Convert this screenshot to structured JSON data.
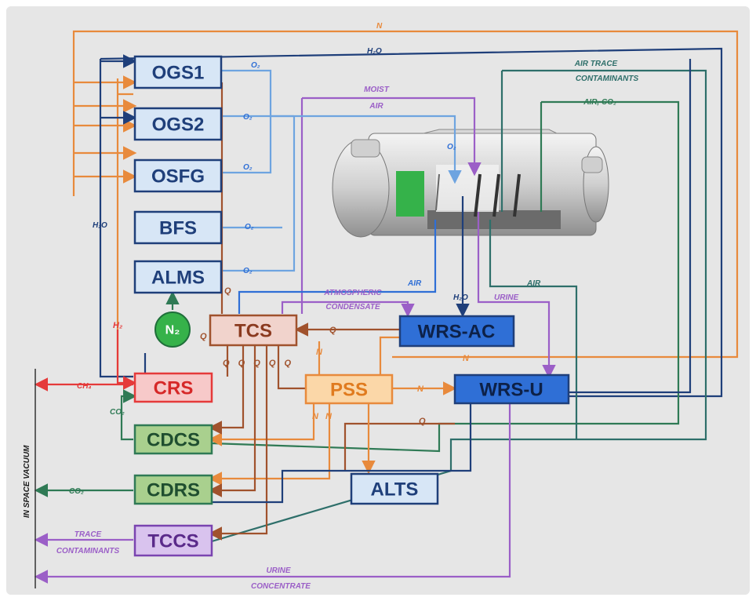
{
  "colors": {
    "background": "#e6e6e6",
    "orange": "#e88a3c",
    "navy": "#1f3f7a",
    "teal": "#2e6f6a",
    "green": "#2f7a55",
    "purple": "#9b5fc7",
    "red": "#e53a3a",
    "blue": "#2f6fd6",
    "lightblue": "#6ea4e0",
    "brown": "#a0522d"
  },
  "boxes": {
    "ogs1": "OGS1",
    "ogs2": "OGS2",
    "osfg": "OSFG",
    "bfs": "BFS",
    "alms": "ALMS",
    "tcs": "TCS",
    "wrs_ac": "WRS-AC",
    "crs": "CRS",
    "pss": "PSS",
    "wrs_u": "WRS-U",
    "cdcs": "CDCS",
    "cdrs": "CDRS",
    "alts": "ALTS",
    "tccs": "TCCS",
    "n2": "N₂"
  },
  "labels": {
    "n_top": "N",
    "h2o_top": "H₂O",
    "air_trace_1": "AIR TRACE",
    "air_trace_2": "CONTAMINANTS",
    "air_co2": "AIR, CO₂",
    "moist_1": "MOIST",
    "moist_2": "AIR",
    "o2_1": "O₂",
    "o2_2": "O₂",
    "o2_3": "O₂",
    "o2_4": "O₂",
    "o2_5": "O₂",
    "o2_module": "O₂",
    "h2o_left": "H₂O",
    "air_1": "AIR",
    "air_2": "AIR",
    "h2o_mid": "H₂O",
    "urine": "URINE",
    "atm_1": "ATMOSPHERIC",
    "atm_2": "CONDENSATE",
    "q_tcs_top": "Q",
    "q_wrs": "Q",
    "q_crs": "Q",
    "q_tcs_bottom": "Q Q Q Q Q",
    "n_pss_top": "N",
    "n_right": "N",
    "n_pss_right": "N",
    "n_pss_bottom": "N N",
    "q_pss": "Q",
    "h2_label": "H₂",
    "ch4": "CH₄",
    "co2_1": "CO₂",
    "co2_2": "CO₂",
    "space": "IN SPACE VACUUM",
    "trace_1": "TRACE",
    "trace_2": "CONTAMINANTS",
    "urine_conc_1": "URINE",
    "urine_conc_2": "CONCENTRATE"
  }
}
